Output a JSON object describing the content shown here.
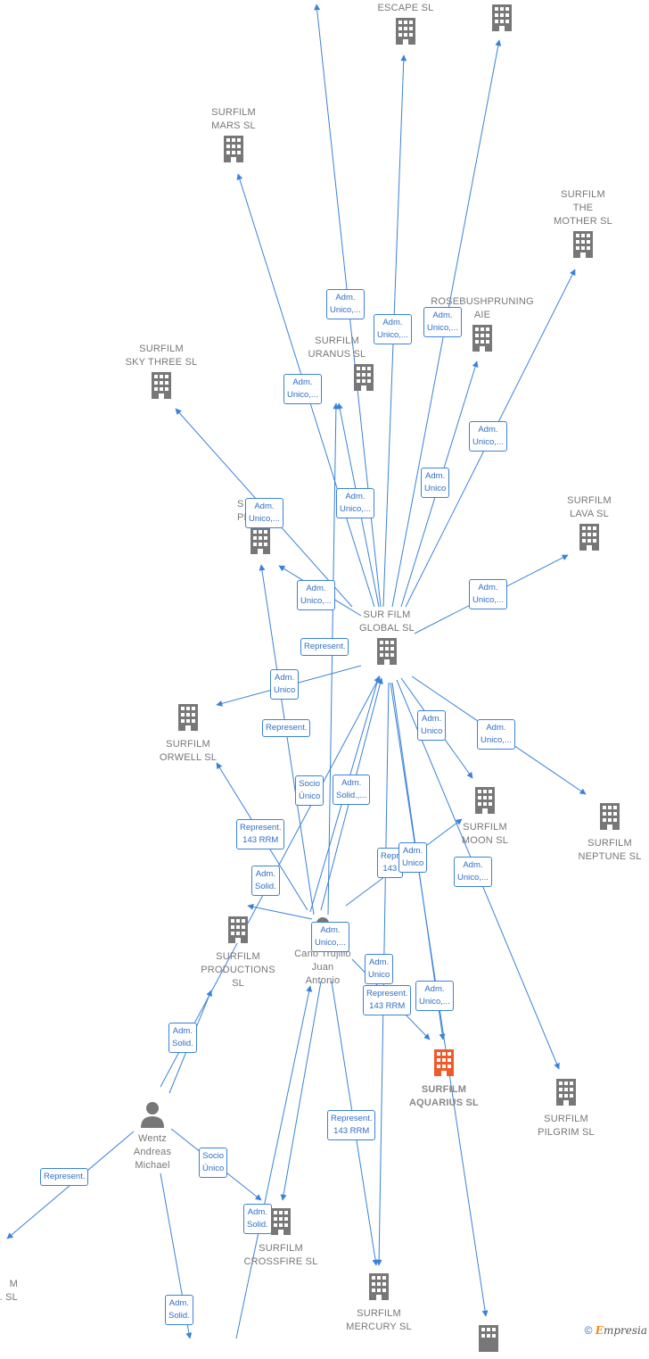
{
  "colors": {
    "edge": "#3a82d8",
    "node": "#777777",
    "focus_node": "#f05a28"
  },
  "nodes": {
    "escape": {
      "label": "ESCAPE  SL"
    },
    "mars": {
      "label": "SURFILM\nMARS  SL"
    },
    "mother": {
      "label": "SURFILM\nTHE\nMOTHER  SL"
    },
    "rosebush": {
      "label": "ROSEBUSHPRUNING\nAIE"
    },
    "uranus": {
      "label": "SURFILM\nURANUS  SL"
    },
    "skythree": {
      "label": "SURFILM\nSKY THREE  SL"
    },
    "phoenix": {
      "label": "S\nPHO"
    },
    "lava": {
      "label": "SURFILM\nLAVA  SL"
    },
    "global": {
      "label": "SUR FILM\nGLOBAL  SL"
    },
    "orwell": {
      "label": "SURFILM\nORWELL  SL"
    },
    "neptune": {
      "label": "SURFILM\nNEPTUNE  SL"
    },
    "moon": {
      "label": "SURFILM\nMOON  SL"
    },
    "productions": {
      "label": "SURFILM\nPRODUCTIONS\nSL"
    },
    "cano": {
      "label": "Cano Trujillo\nJuan\nAntonio"
    },
    "aquarius": {
      "label": "SURFILM\nAQUARIUS  SL"
    },
    "pilgrim": {
      "label": "SURFILM\nPILGRIM  SL"
    },
    "wentz": {
      "label": "Wentz\nAndreas\nMichael"
    },
    "crossfire": {
      "label": "SURFILM\nCROSSFIRE  SL"
    },
    "mercury": {
      "label": "SURFILM\nMERCURY  SL"
    },
    "leftcut": {
      "label": "M\n.  SL"
    }
  },
  "edge_labels": [
    "Adm.\nUnico,...",
    "Adm.\nUnico,...",
    "Adm.\nUnico,...",
    "Adm.\nUnico,...",
    "Adm.\nUnico,...",
    "Adm.\nUnico",
    "Adm.\nUnico,...",
    "Adm.\nUnico,...",
    "Adm.\nUnico,...",
    "Adm.\nUnico,...",
    "Represent.",
    "Adm.\nUnico",
    "Represent.",
    "Adm.\nUnico",
    "Adm.\nUnico,...",
    "Socio\nÚnico",
    "Adm.\nSolid.,...",
    "Represent.\n143 RRM",
    "Adm.\nSolid.",
    "Repr\n143",
    "Adm.\nUnico",
    "Adm.\nUnico,...",
    "Adm.\nUnico,...",
    "Adm.\nUnico",
    "Represent.\n143 RRM",
    "Adm.\nUnico,...",
    "Adm.\nSolid.",
    "Represent.\n143 RRM",
    "Represent.",
    "Socio\nÚnico",
    "Adm.\nSolid.",
    "Adm.\nSolid."
  ],
  "footer": {
    "copyright": "©",
    "brand_initial": "E",
    "brand_rest": "mpresia"
  }
}
